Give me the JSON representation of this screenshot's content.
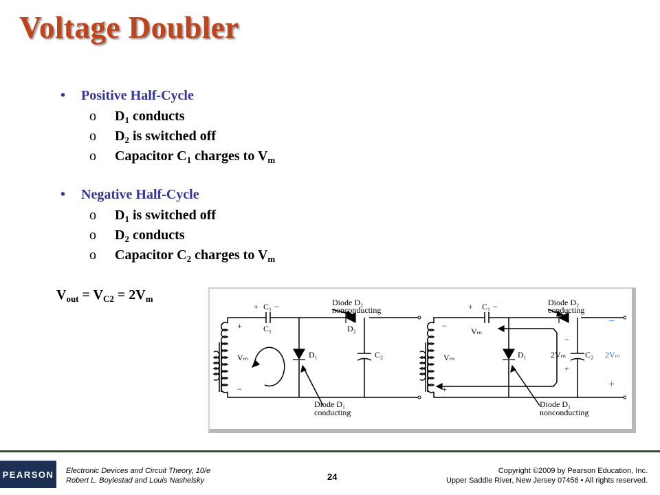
{
  "title": "Voltage Doubler",
  "positive": {
    "heading": "Positive Half-Cycle",
    "items": [
      {
        "pre": "D",
        "sub": "1",
        "post": " conducts"
      },
      {
        "pre": "D",
        "sub": "2",
        "post": " is switched off"
      },
      {
        "pre": "Capacitor C",
        "sub": "1",
        "post": " charges to V",
        "sub2": "m"
      }
    ]
  },
  "negative": {
    "heading": "Negative Half-Cycle",
    "items": [
      {
        "pre": "D",
        "sub": "1",
        "post": " is switched off"
      },
      {
        "pre": "D",
        "sub": "2",
        "post": " conducts"
      },
      {
        "pre": "Capacitor C",
        "sub": "2",
        "post": " charges to V",
        "sub2": "m"
      }
    ]
  },
  "bullet_main": "•",
  "bullet_sub": "o",
  "vout": {
    "v": "V",
    "out": "out",
    "eq1": " = V",
    "c2": "C2",
    "eq2": " = 2V",
    "m": "m"
  },
  "figure": {
    "left": {
      "diode_d2": "Diode D₂",
      "d2_state": "nonconducting",
      "diode_d1": "Diode D₁",
      "d1_state": "conducting",
      "c1": "C₁",
      "d2": "D₂",
      "d1": "D₁",
      "c2": "C₂",
      "vm": "Vₘ",
      "plus": "+",
      "minus": "−"
    },
    "right": {
      "diode_d2": "Diode D₂",
      "d2_state": "conducting",
      "diode_d1": "Diode D₁",
      "d1_state": "nonconducting",
      "c1": "C₁",
      "d1": "D₁",
      "c2": "C₂",
      "vm": "Vₘ",
      "twovm": "2Vₘ",
      "out": "2Vₘ",
      "plus": "+",
      "minus": "−"
    },
    "accent": "#2b6fcf"
  },
  "footer": {
    "logo": "PEARSON",
    "book": "Electronic Devices and Circuit Theory, 10/e",
    "authors": "Robert L. Boylestad and Louis Nashelsky",
    "page": "24",
    "copyright": "Copyright ©2009 by Pearson Education, Inc.",
    "address": "Upper Saddle River, New Jersey 07458 • All rights reserved."
  },
  "colors": {
    "title": "#c0441b",
    "heading": "#33339a",
    "footer_bar": "#2f4a2f",
    "logo_bg": "#1c2f55"
  }
}
